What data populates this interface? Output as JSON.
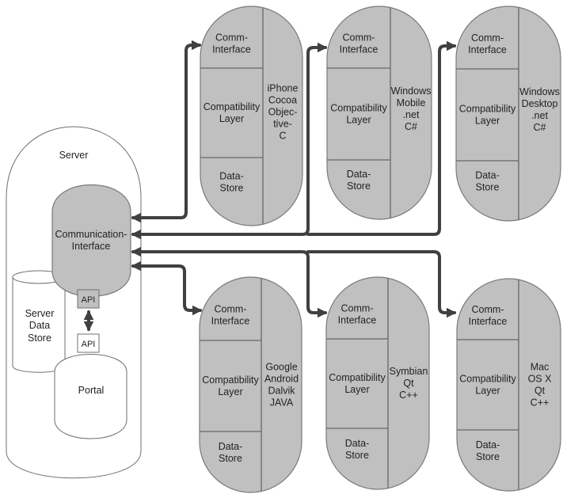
{
  "server": {
    "title": "Server",
    "communication_interface": [
      "Communication-",
      "Interface"
    ],
    "server_data_store": [
      "Server",
      "Data",
      "Store"
    ],
    "api_top": "API",
    "api_bottom": "API",
    "portal": "Portal"
  },
  "devices": [
    {
      "id": "iphone",
      "comm": [
        "Comm-",
        "Interface"
      ],
      "compat": [
        "Compatibility",
        "Layer"
      ],
      "store": [
        "Data-",
        "Store"
      ],
      "platform": [
        "iPhone",
        "Cocoa",
        "Objec-",
        "tive-",
        "C"
      ]
    },
    {
      "id": "windows-mobile",
      "comm": [
        "Comm-",
        "Interface"
      ],
      "compat": [
        "Compatibility",
        "Layer"
      ],
      "store": [
        "Data-",
        "Store"
      ],
      "platform": [
        "Windows",
        "Mobile",
        ".net",
        "C#"
      ]
    },
    {
      "id": "windows-desktop",
      "comm": [
        "Comm-",
        "Interface"
      ],
      "compat": [
        "Compatibility",
        "Layer"
      ],
      "store": [
        "Data-",
        "Store"
      ],
      "platform": [
        "Windows",
        "Desktop",
        ".net",
        "C#"
      ]
    },
    {
      "id": "android",
      "comm": [
        "Comm-",
        "Interface"
      ],
      "compat": [
        "Compatibility",
        "Layer"
      ],
      "store": [
        "Data-",
        "Store"
      ],
      "platform": [
        "Google",
        "Android",
        "Dalvik",
        "JAVA"
      ]
    },
    {
      "id": "symbian",
      "comm": [
        "Comm-",
        "Interface"
      ],
      "compat": [
        "Compatibility",
        "Layer"
      ],
      "store": [
        "Data-",
        "Store"
      ],
      "platform": [
        "Symbian",
        "Qt",
        "C++"
      ]
    },
    {
      "id": "macosx",
      "comm": [
        "Comm-",
        "Interface"
      ],
      "compat": [
        "Compatibility",
        "Layer"
      ],
      "store": [
        "Data-",
        "Store"
      ],
      "platform": [
        "Mac",
        "OS X",
        "Qt",
        "C++"
      ]
    }
  ],
  "colors": {
    "component_fill": "#c0c0c0",
    "connector": "#404040",
    "outline": "#6f6f6f"
  }
}
